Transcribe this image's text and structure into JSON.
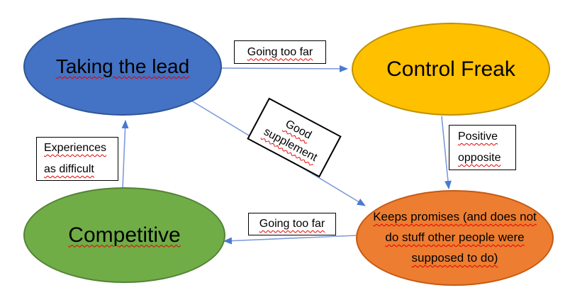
{
  "diagram": {
    "title": "",
    "background_color": "#ffffff",
    "arrow_line_color": "#7d9bd9",
    "arrow_head_color": "#4a7ad0",
    "squiggle_color": "#e60000",
    "label_box_border_color": "#000000",
    "nodes": {
      "taking_the_lead": {
        "label": "Taking the lead",
        "fill": "#4472c4",
        "border": "#2f5597",
        "text_color": "#000000",
        "has_squiggle": true
      },
      "control_freak": {
        "label": "Control Freak",
        "fill": "#ffc000",
        "border": "#bf9000",
        "text_color": "#000000",
        "has_squiggle": false
      },
      "competitive": {
        "label": "Competitive",
        "fill": "#70ad47",
        "border": "#548235",
        "text_color": "#000000",
        "has_squiggle": true
      },
      "keeps_promises": {
        "label": "Keeps promises (and does not do stuff other people were supposed to do)",
        "fill": "#ed7d31",
        "border": "#c55a11",
        "text_color": "#000000",
        "has_squiggle": true
      }
    },
    "edge_labels": {
      "taking_to_control": "Going too far",
      "control_to_keeps": "Positive opposite",
      "keeps_to_competitive": "Going too far",
      "competitive_to_taking": "Experiences as difficult",
      "taking_to_keeps": "Good supplement"
    }
  }
}
